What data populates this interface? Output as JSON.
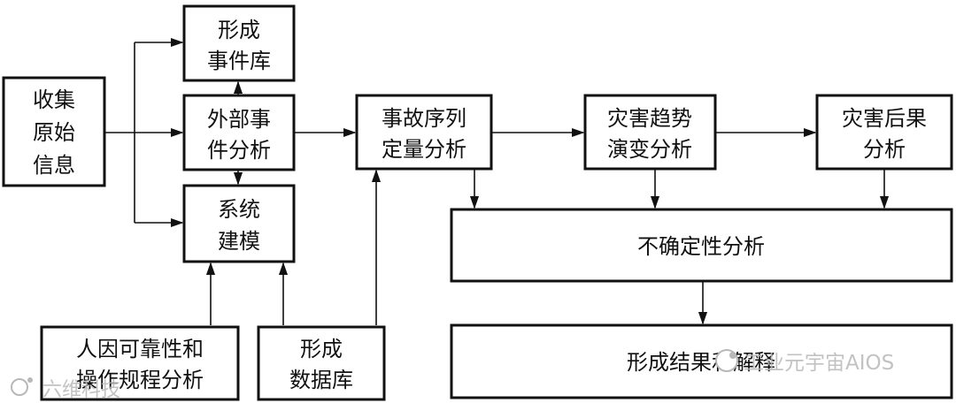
{
  "nodes": {
    "collect": {
      "lines": [
        "收集",
        "原始",
        "信息"
      ]
    },
    "event_lib": {
      "lines": [
        "形成",
        "事件库"
      ]
    },
    "external": {
      "lines": [
        "外部事",
        "件分析"
      ]
    },
    "system_model": {
      "lines": [
        "系统",
        "建模"
      ]
    },
    "human": {
      "lines": [
        "人因可靠性和",
        "操作规程分析"
      ]
    },
    "database": {
      "lines": [
        "形成",
        "数据库"
      ]
    },
    "sequence": {
      "lines": [
        "事故序列",
        "定量分析"
      ]
    },
    "trend": {
      "lines": [
        "灾害趋势",
        "演变分析"
      ]
    },
    "consequence": {
      "lines": [
        "灾害后果",
        "分析"
      ]
    },
    "uncertainty": {
      "lines": [
        "不确定性分析"
      ]
    },
    "result": {
      "lines": [
        "形成结果和解释"
      ]
    }
  },
  "watermarks": {
    "left": "六维科技",
    "right": "工业元宇宙AIOS"
  },
  "colors": {
    "stroke": "#111111",
    "watermark": "#b8b8b8"
  }
}
